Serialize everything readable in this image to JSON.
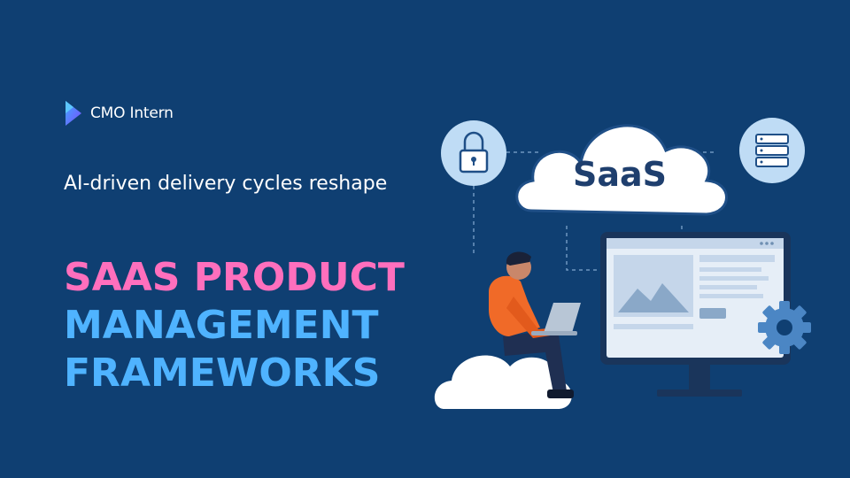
{
  "brand": {
    "name": "CMO Intern",
    "logo_icon": "play-chevron-logo-icon"
  },
  "subtitle": "AI-driven delivery cycles reshape",
  "headline": {
    "line1": "SAAS PRODUCT",
    "line2": "MANAGEMENT",
    "line3": "FRAMEWORKS"
  },
  "illustration": {
    "cloud_label": "SaaS",
    "icons": [
      "lock-icon",
      "server-icon",
      "gear-icon",
      "laptop-icon",
      "monitor-icon",
      "cloud-icon"
    ]
  },
  "colors": {
    "background": "#0f3f72",
    "headline_pink": "#ff6fbd",
    "headline_blue": "#4fb3ff",
    "accent_circle": "#bfdcf5"
  }
}
